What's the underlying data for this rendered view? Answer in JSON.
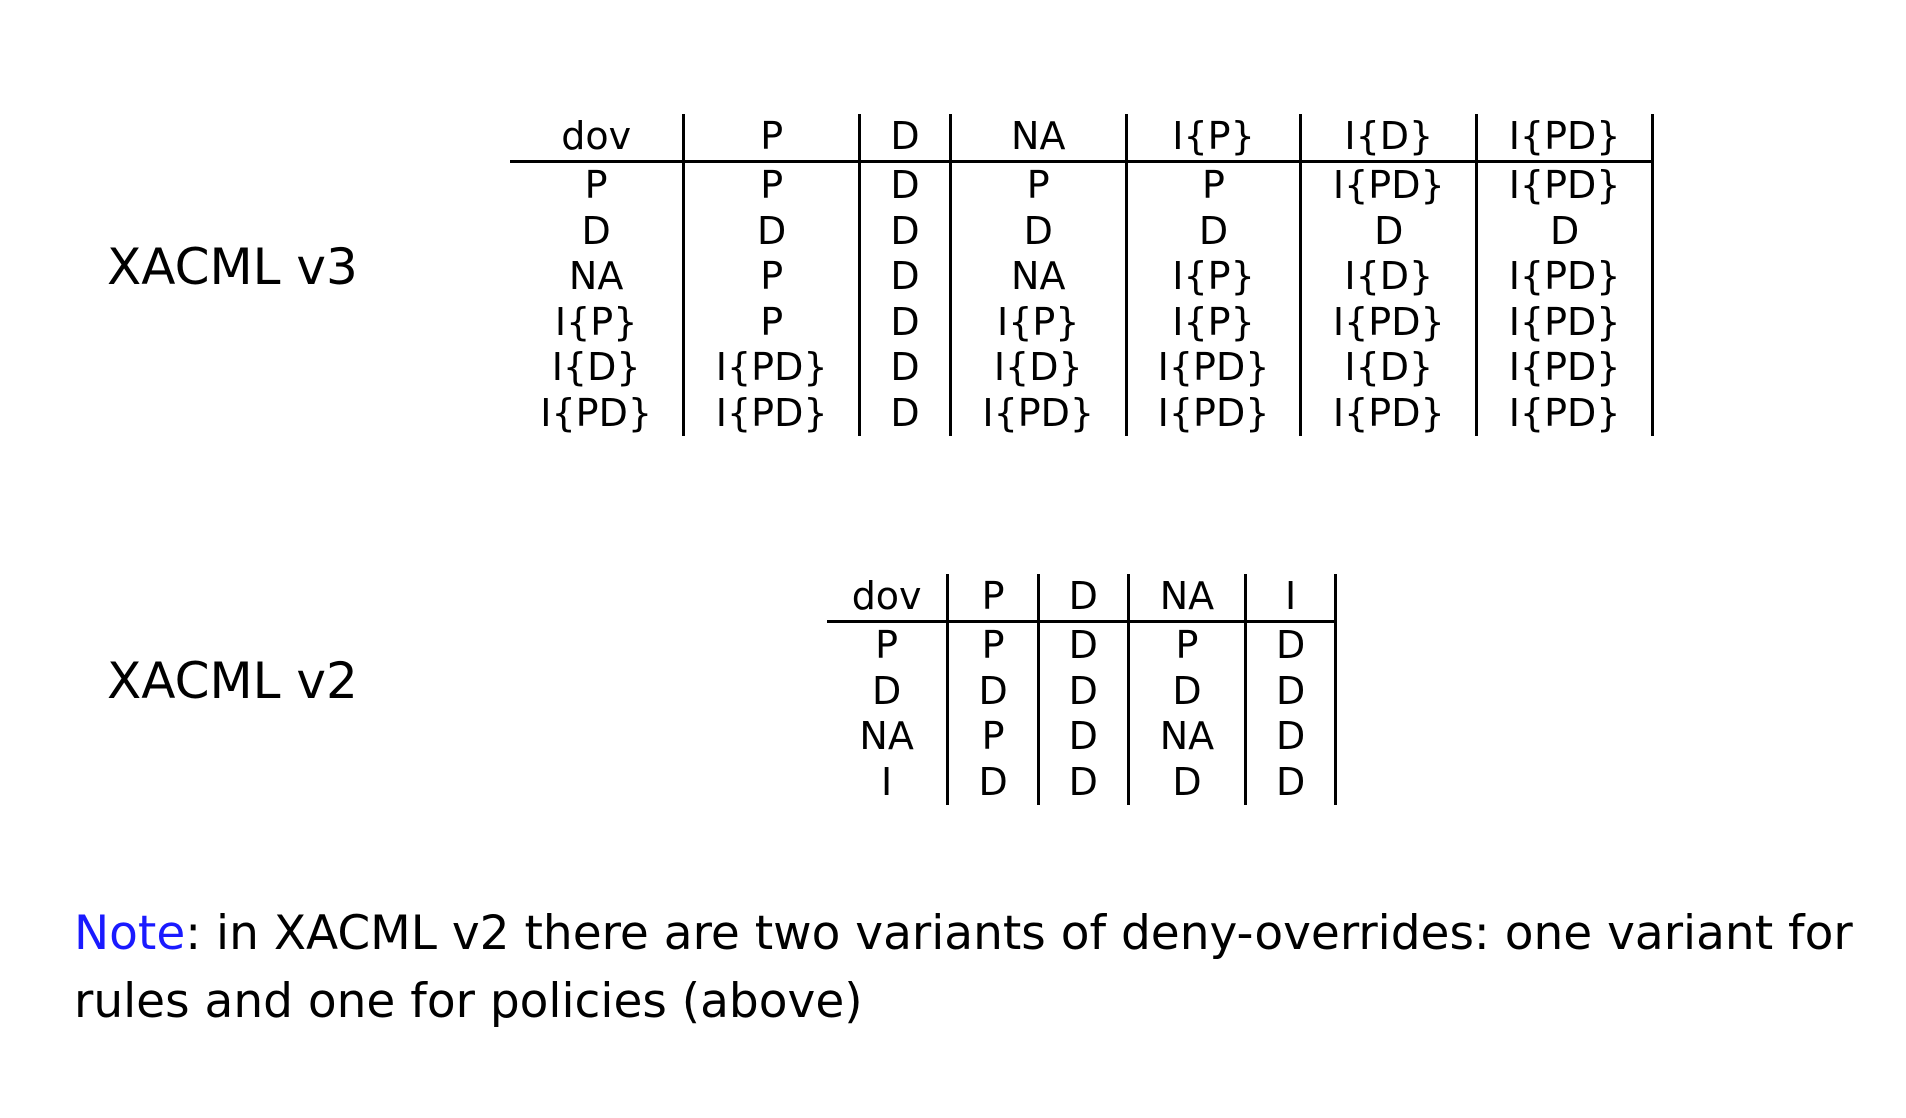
{
  "v3": {
    "label": "XACML v3",
    "header": [
      "dov",
      "P",
      "D",
      "NA",
      "I{P}",
      "I{D}",
      "I{PD}"
    ],
    "rows": [
      [
        "P",
        "P",
        "D",
        "P",
        "P",
        "I{PD}",
        "I{PD}"
      ],
      [
        "D",
        "D",
        "D",
        "D",
        "D",
        "D",
        "D"
      ],
      [
        "NA",
        "P",
        "D",
        "NA",
        "I{P}",
        "I{D}",
        "I{PD}"
      ],
      [
        "I{P}",
        "P",
        "D",
        "I{P}",
        "I{P}",
        "I{PD}",
        "I{PD}"
      ],
      [
        "I{D}",
        "I{PD}",
        "D",
        "I{D}",
        "I{PD}",
        "I{D}",
        "I{PD}"
      ],
      [
        "I{PD}",
        "I{PD}",
        "D",
        "I{PD}",
        "I{PD}",
        "I{PD}",
        "I{PD}"
      ]
    ]
  },
  "v2": {
    "label": "XACML v2",
    "header": [
      "dov",
      "P",
      "D",
      "NA",
      "I"
    ],
    "rows": [
      [
        "P",
        "P",
        "D",
        "P",
        "D"
      ],
      [
        "D",
        "D",
        "D",
        "D",
        "D"
      ],
      [
        "NA",
        "P",
        "D",
        "NA",
        "D"
      ],
      [
        "I",
        "D",
        "D",
        "D",
        "D"
      ]
    ]
  },
  "note": {
    "keyword": "Note",
    "text": ": in XACML v2 there are two variants of deny-overrides: one variant for rules and one for policies (above)"
  },
  "colors": {
    "keyword": "#1a1aff"
  }
}
